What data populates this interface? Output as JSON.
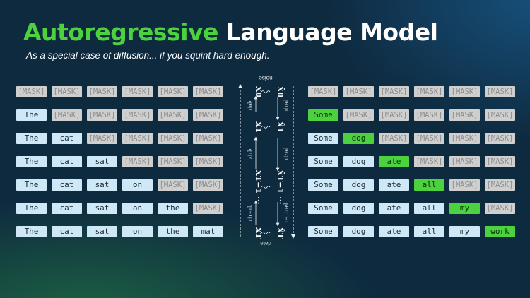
{
  "title": {
    "highlight": "Autoregressive",
    "rest": "Language Model"
  },
  "subtitle": "As a special case of diffusion... if you squint hard enough.",
  "left_grid": [
    [
      "[MASK]",
      "[MASK]",
      "[MASK]",
      "[MASK]",
      "[MASK]",
      "[MASK]"
    ],
    [
      "The",
      "[MASK]",
      "[MASK]",
      "[MASK]",
      "[MASK]",
      "[MASK]"
    ],
    [
      "The",
      "cat",
      "[MASK]",
      "[MASK]",
      "[MASK]",
      "[MASK]"
    ],
    [
      "The",
      "cat",
      "sat",
      "[MASK]",
      "[MASK]",
      "[MASK]"
    ],
    [
      "The",
      "cat",
      "sat",
      "on",
      "[MASK]",
      "[MASK]"
    ],
    [
      "The",
      "cat",
      "sat",
      "on",
      "the",
      "[MASK]"
    ],
    [
      "The",
      "cat",
      "sat",
      "on",
      "the",
      "mat"
    ]
  ],
  "right_grid": [
    [
      "[MASK]",
      "[MASK]",
      "[MASK]",
      "[MASK]",
      "[MASK]",
      "[MASK]"
    ],
    [
      "Some",
      "[MASK]",
      "[MASK]",
      "[MASK]",
      "[MASK]",
      "[MASK]"
    ],
    [
      "Some",
      "dog",
      "[MASK]",
      "[MASK]",
      "[MASK]",
      "[MASK]"
    ],
    [
      "Some",
      "dog",
      "ate",
      "[MASK]",
      "[MASK]",
      "[MASK]"
    ],
    [
      "Some",
      "dog",
      "ate",
      "all",
      "[MASK]",
      "[MASK]"
    ],
    [
      "Some",
      "dog",
      "ate",
      "all",
      "my",
      "[MASK]"
    ],
    [
      "Some",
      "dog",
      "ate",
      "all",
      "my",
      "work"
    ]
  ],
  "diagram": {
    "noise_label": "noise",
    "data_label": "data",
    "nodes": [
      "X0",
      "X1",
      "XT−1 ···",
      "XT"
    ],
    "nodes_hat": [
      "X̂0",
      "X̂1",
      "X̂T−1 ···",
      "X̂T"
    ],
    "forward_labels": [
      "q0|1",
      "q1|2",
      "qT−1|T"
    ],
    "reverse_labels": [
      "pθ1|0",
      "pθ2|1",
      "pθT|T−1"
    ]
  },
  "colors": {
    "accent_green": "#4cd13f",
    "token_blue": "#cfe8f8",
    "mask_gray": "#cfcfcf",
    "background": "#0e2a3f"
  }
}
